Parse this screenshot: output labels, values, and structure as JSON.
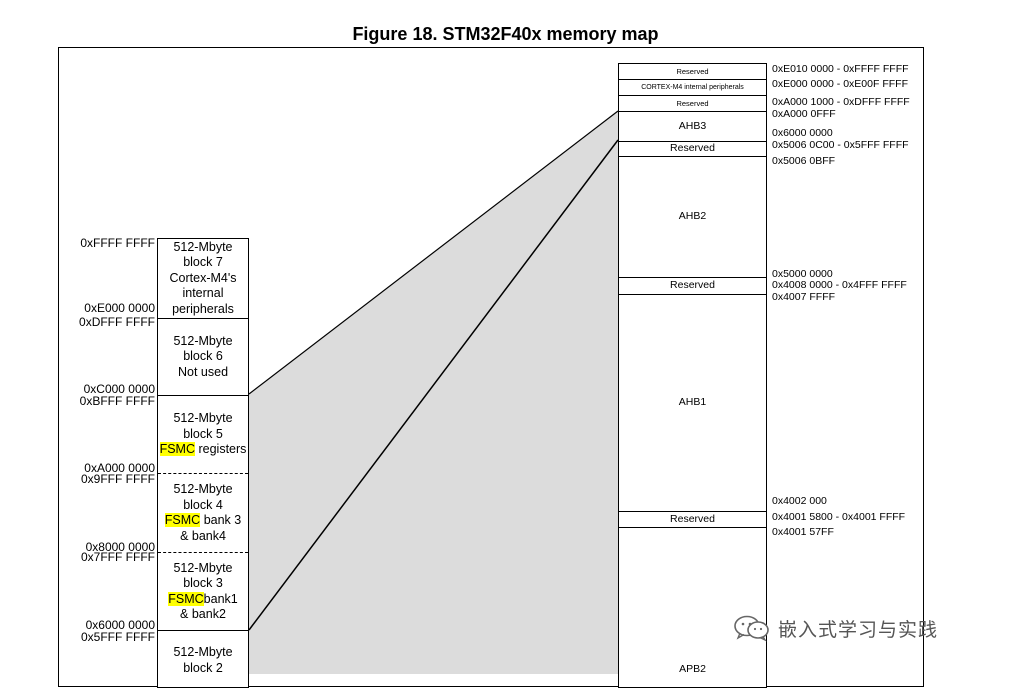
{
  "title": "Figure 18. STM32F40x memory map",
  "left_blocks": [
    {
      "lines": [
        "512-Mbyte",
        "block 7",
        "Cortex-M4's",
        "internal",
        "peripherals"
      ]
    },
    {
      "lines": [
        "512-Mbyte",
        "block 6",
        "Not used"
      ]
    },
    {
      "lines": [
        "512-Mbyte",
        "block 5",
        "registers"
      ],
      "highlight": "FSMC"
    },
    {
      "lines": [
        "512-Mbyte",
        "block 4",
        "bank 3",
        "& bank4"
      ],
      "highlight": "FSMC"
    },
    {
      "lines": [
        "512-Mbyte",
        "block 3",
        "bank1",
        "& bank2"
      ],
      "highlight": "FSMC"
    },
    {
      "lines": [
        "512-Mbyte",
        "block 2"
      ]
    }
  ],
  "left_addresses": [
    "0xFFFF FFFF",
    "0xE000 0000",
    "0xDFFF FFFF",
    "0xC000 0000",
    "0xBFFF FFFF",
    "0xA000 0000",
    "0x9FFF FFFF",
    "0x8000 0000",
    "0x7FFF FFFF",
    "0x6000 0000",
    "0x5FFF FFFF"
  ],
  "right_regions": [
    "Reserved",
    "CORTEX-M4 internal peripherals",
    "Reserved",
    "AHB3",
    "Reserved",
    "AHB2",
    "Reserved",
    "AHB1",
    "Reserved",
    "APB2"
  ],
  "right_addresses": [
    "0xE010 0000 - 0xFFFF FFFF",
    "0xE000 0000 - 0xE00F FFFF",
    "0xA000 1000 - 0xDFFF FFFF",
    "0xA000 0FFF",
    "0x6000 0000",
    "0x5006 0C00 - 0x5FFF FFFF",
    "0x5006 0BFF",
    "0x5000 0000",
    "0x4008 0000 - 0x4FFF FFFF",
    "0x4007 FFFF",
    "0x4002 000",
    "0x4001 5800 - 0x4001 FFFF",
    "0x4001 57FF"
  ],
  "watermark": "嵌入式学习与实践"
}
